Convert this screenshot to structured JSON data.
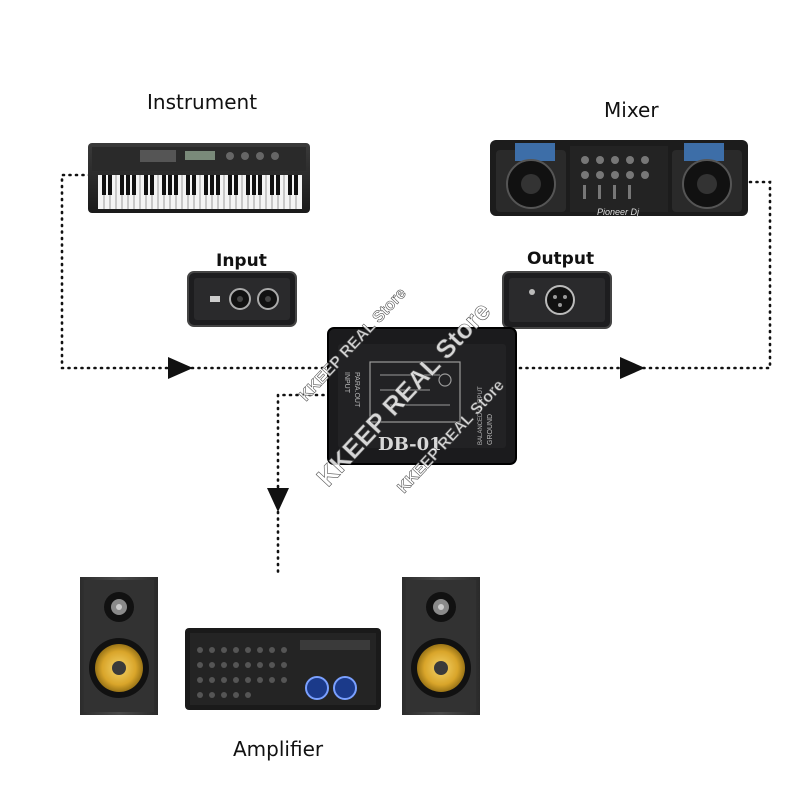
{
  "labels": {
    "instrument": "Instrument",
    "mixer": "Mixer",
    "input": "Input",
    "output": "Output",
    "amplifier": "Amplifier"
  },
  "device": {
    "model": "DB-01",
    "side_label_1": "INPUT",
    "side_label_2": "PARA.OUT",
    "side_label_3": "GROUND",
    "side_label_4": "BALANCED OUTPUT"
  },
  "mixer_brand": "Pioneer Dj",
  "watermark": "KKEEP REAL Store",
  "colors": {
    "device_body": "#1b1b1d",
    "speaker_cone": "#e2b23a",
    "connector_line": "#111111"
  }
}
